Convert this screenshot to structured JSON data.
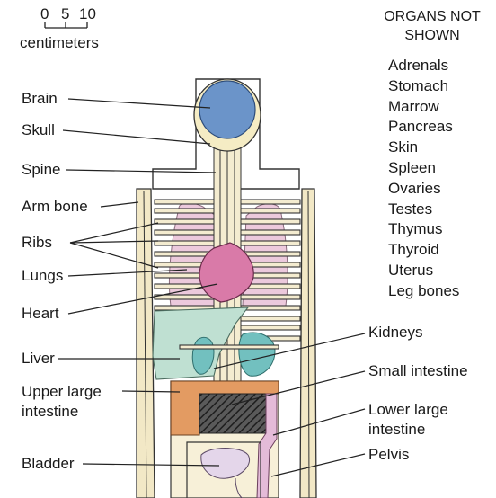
{
  "scale": {
    "ticks": [
      "0",
      "5",
      "10"
    ],
    "unit": "centimeters"
  },
  "labels": {
    "brain": "Brain",
    "skull": "Skull",
    "spine": "Spine",
    "arm_bone": "Arm bone",
    "ribs": "Ribs",
    "lungs": "Lungs",
    "heart": "Heart",
    "liver": "Liver",
    "upper_large_intestine_1": "Upper large",
    "upper_large_intestine_2": "intestine",
    "bladder": "Bladder",
    "kidneys": "Kidneys",
    "small_intestine": "Small intestine",
    "lower_large_intestine_1": "Lower large",
    "lower_large_intestine_2": "intestine",
    "pelvis": "Pelvis"
  },
  "organs_not_shown": {
    "title_line1": "ORGANS NOT",
    "title_line2": "SHOWN",
    "items": [
      "Adrenals",
      "Stomach",
      "Marrow",
      "Pancreas",
      "Skin",
      "Spleen",
      "Ovaries",
      "Testes",
      "Thymus",
      "Thyroid",
      "Uterus",
      "Leg bones"
    ]
  },
  "colors": {
    "brain": "#6b94c9",
    "skull": "#f5ecc4",
    "bone": "#f2e8c6",
    "lungs": "#ecc9dc",
    "heart": "#d97aa8",
    "liver": "#bfe0d2",
    "kidneys": "#72c0bf",
    "upper_large_intestine": "#e39b62",
    "small_intestine": "#3a3a3a",
    "lower_large_intestine": "#e4bbd8",
    "bladder": "#e4d6ea"
  }
}
